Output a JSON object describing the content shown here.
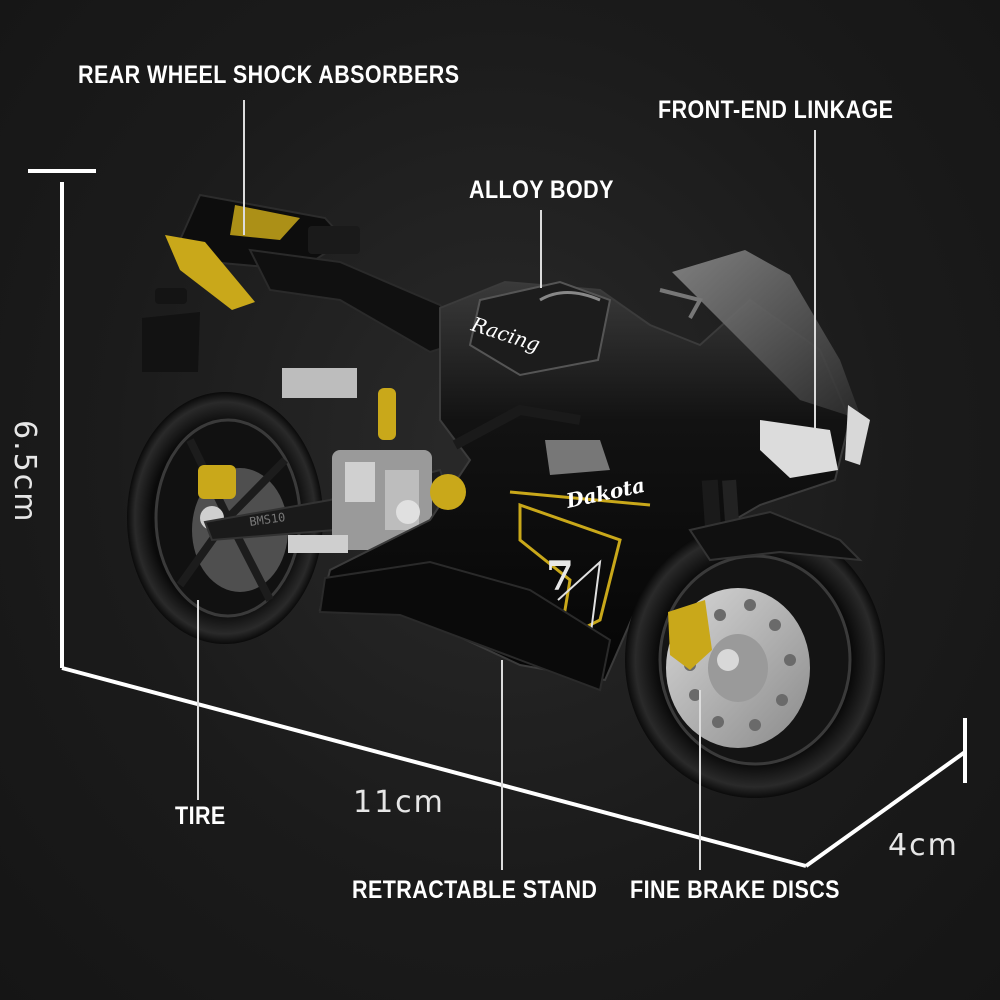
{
  "callouts": {
    "rear_shock": "REAR WHEEL SHOCK ABSORBERS",
    "front_linkage": "FRONT-END LINKAGE",
    "alloy_body": "ALLOY BODY",
    "tire": "TIRE",
    "stand": "RETRACTABLE STAND",
    "brake_discs": "FINE BRAKE DISCS"
  },
  "dimensions": {
    "height": "6.5cm",
    "length": "11cm",
    "width": "4cm"
  },
  "decals": {
    "tank": "Racing",
    "fairing": "Dakota",
    "number": "7"
  },
  "colors": {
    "body": "#0d0d0d",
    "accent": "#c9a81a",
    "lines": "#ffffff",
    "background": "#1b1b1b"
  }
}
